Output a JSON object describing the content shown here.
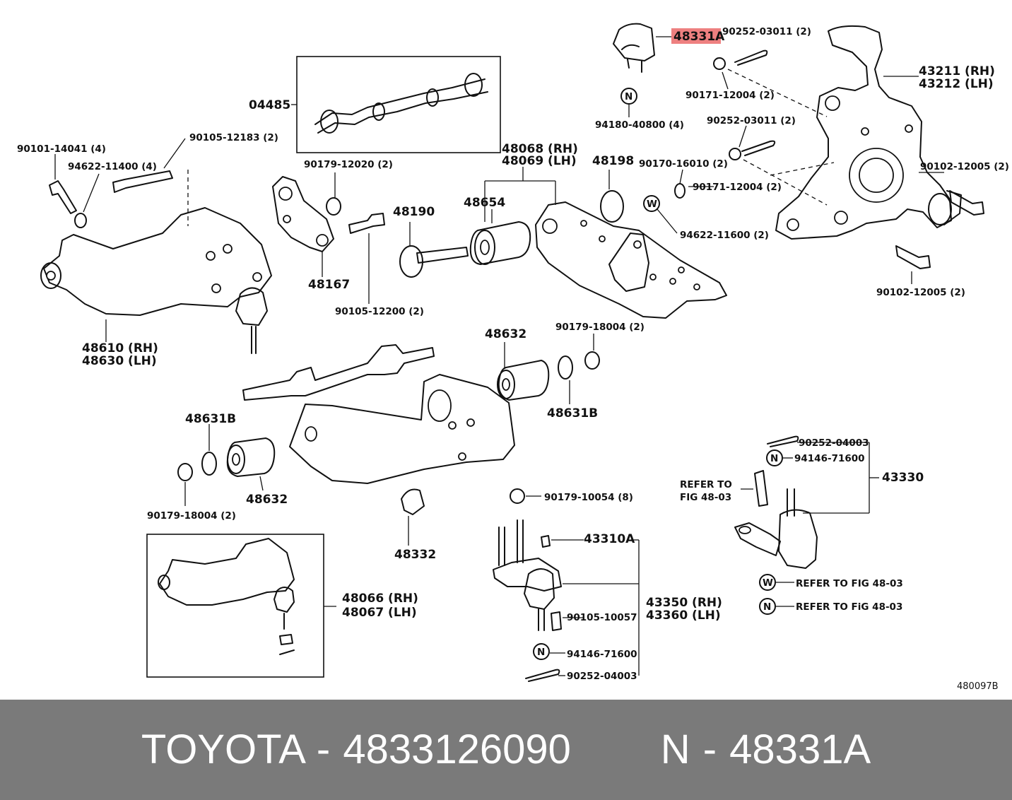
{
  "diagram": {
    "highlight_color": "#ee8080",
    "figure_id": "480097B",
    "labels": {
      "p48331A": "48331A",
      "p90252_03011_top": "90252-03011 (2)",
      "p43211": "43211 (RH)",
      "p43212": "43212 (LH)",
      "p90171_12004_top": "90171-12004 (2)",
      "p94180": "94180-40800 (4)",
      "p90252_03011_mid": "90252-03011 (2)",
      "p04485": "04485",
      "p90101": "90101-14041 (4)",
      "p90105_12183": "90105-12183 (2)",
      "p94622_11400": "94622-11400 (4)",
      "p90179_12020": "90179-12020 (2)",
      "p48068": "48068 (RH)",
      "p48069": "48069 (LH)",
      "p48198": "48198",
      "p90170": "90170-16010 (2)",
      "p90102_a": "90102-12005 (2)",
      "p90171_12004_mid": "90171-12004 (2)",
      "p48190": "48190",
      "p48654": "48654",
      "p94622_11600": "94622-11600 (2)",
      "p48167": "48167",
      "p90105_12200": "90105-12200 (2)",
      "p90102_b": "90102-12005 (2)",
      "p48610": "48610 (RH)",
      "p48630": "48630 (LH)",
      "p48632_top": "48632",
      "p90179_18004_top": "90179-18004 (2)",
      "p48631B_right": "48631B",
      "p48631B_left": "48631B",
      "p90252_04003_right": "90252-04003",
      "p94146_71600_right": "94146-71600",
      "p43330": "43330",
      "refer_to": "REFER TO",
      "fig_48_03": "FIG 48-03",
      "p48632_bottom": "48632",
      "p90179_18004_bottom": "90179-18004 (2)",
      "p90179_10054": "90179-10054 (8)",
      "p48332": "48332",
      "p43310A": "43310A",
      "p48066": "48066 (RH)",
      "p48067": "48067 (LH)",
      "p43350": "43350 (RH)",
      "p43360": "43360 (LH)",
      "p90105_10057": "90105-10057",
      "p94146_71600_bottom": "94146-71600",
      "p90252_04003_bottom": "90252-04003",
      "refer_w": "REFER TO FIG 48-03",
      "refer_n": "REFER TO FiG 48-03",
      "sym_w": "W",
      "sym_n": "N"
    }
  },
  "footer": {
    "brand": "TOYOTA",
    "separator": "-",
    "part_number": "4833126090",
    "ref_prefix": "N",
    "ref_separator": "-",
    "ref_code": "48331A"
  }
}
